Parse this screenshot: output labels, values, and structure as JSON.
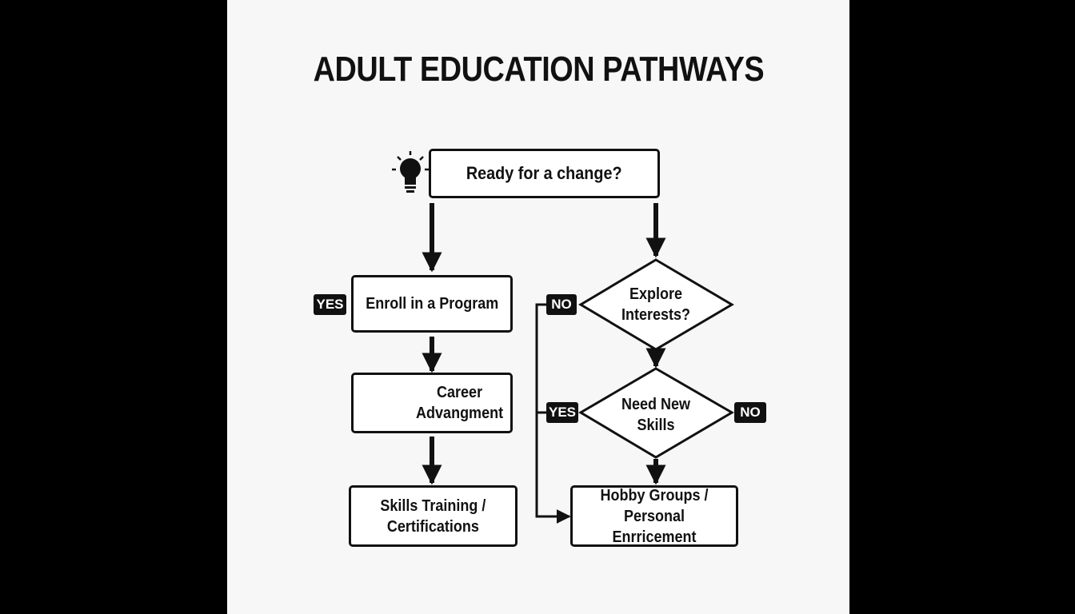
{
  "title": "ADULT EDUCATION PATHWAYS",
  "nodes": {
    "start": "Ready for a change?",
    "enroll": "Enroll in a Program",
    "career_line1": "Career",
    "career_line2": "Advangment",
    "skills_line1": "Skills Training /",
    "skills_line2": "Certifications",
    "explore_line1": "Explore",
    "explore_line2": "Interests?",
    "need_line1": "Need New",
    "need_line2": "Skills",
    "hobby_line1": "Hobby Groups /",
    "hobby_line2": "Personal Enrricement"
  },
  "tags": {
    "yes_enroll": "YES",
    "no_explore": "NO",
    "yes_need": "YES",
    "no_need": "NO"
  },
  "icons": {
    "start": "lightbulb-icon",
    "career": "certificate-icon"
  },
  "colors": {
    "background": "#000000",
    "page": "#f7f7f7",
    "ink": "#111111"
  }
}
